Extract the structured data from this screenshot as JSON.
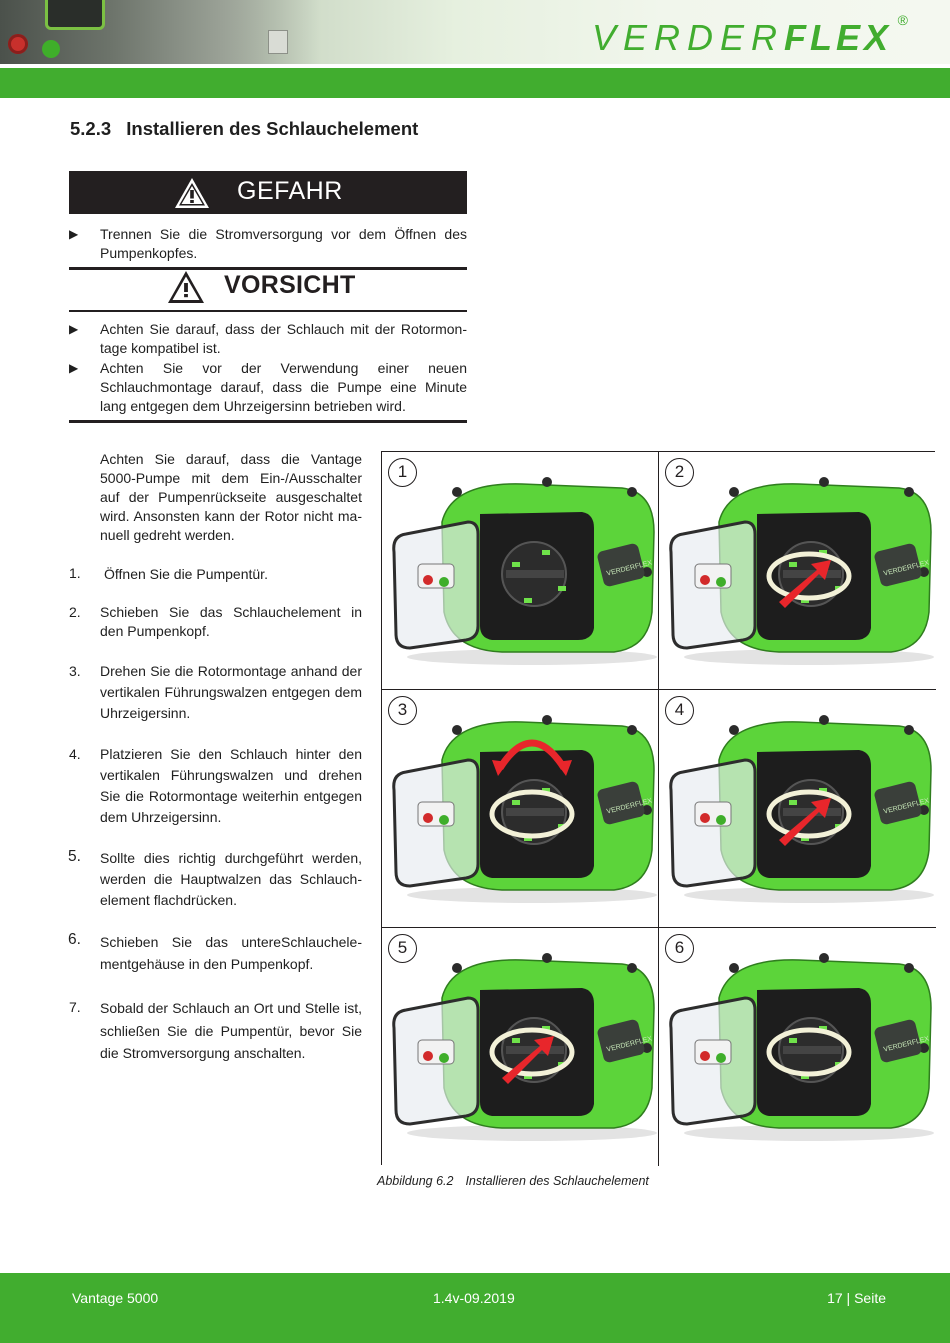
{
  "header": {
    "logo_part1": "VERDER",
    "logo_part2": "FLEX",
    "logo_mark": "®",
    "brand_color": "#41ad2f",
    "banner_icon": "pump-control-panel-photo"
  },
  "section": {
    "number": "5.2.3",
    "title": "Installieren des Schlauchelement"
  },
  "danger": {
    "label": "GEFAHR",
    "icon": "warning-triangle-icon",
    "items": [
      "Trennen Sie die Stromversorgung vor dem Öffnen des Pumpenkopfes."
    ]
  },
  "caution": {
    "label": "VORSICHT",
    "icon": "warning-triangle-icon",
    "items": [
      "Achten Sie darauf, dass der Schlauch mit der Rotormon-tage kompatibel ist.",
      "Achten Sie vor der Verwendung einer neuen Schlauchmontage darauf, dass die Pumpe eine Minute lang entgegen dem Uhrzeigersinn betrieben wird."
    ]
  },
  "note": {
    "marker": "",
    "text": "Achten Sie darauf, dass die Vantage 5000-Pumpe mit dem Ein-/Ausschalter auf der Pumpenrückseite ausgeschaltet wird. Ansonsten kann der Rotor nicht ma-nuell gedreht werden."
  },
  "steps": [
    {
      "num": "1.",
      "text": "Öffnen Sie die Pumpentür."
    },
    {
      "num": "2.",
      "text": "Schieben Sie das Schlauchelement in den Pumpenkopf."
    },
    {
      "num": "3.",
      "text": "Drehen Sie die Rotormontage anhand der vertikalen Führungswalzen entgegen dem Uhrzeigersinn."
    },
    {
      "num": "4.",
      "text": "Platzieren Sie den Schlauch hinter den vertikalen Führungswalzen und drehen Sie die Rotormontage weiterhin entgegen dem Uhrzeigersinn."
    },
    {
      "num": "5.",
      "text": "Sollte dies richtig durchgeführt werden, werden die Hauptwalzen das Schlauch-element flachdrücken."
    },
    {
      "num": "6.",
      "text": "Schieben Sie das untereSchlauchele-mentgehäuse in den Pumpenkopf."
    },
    {
      "num": "7.",
      "text": "Sobald der Schlauch an Ort und Stelle ist, schließen Sie die Pumpentür, bevor Sie die Stromversorgung anschalten."
    }
  ],
  "figure": {
    "panels": [
      "1",
      "2",
      "3",
      "4",
      "5",
      "6"
    ],
    "pump_label": "VERDERFLEX",
    "caption_number": "Abbildung 6.2",
    "caption_text": "Installieren des Schlauchelement",
    "pump_color": "#5cd43a",
    "arrow_color": "#e8262b"
  },
  "footer": {
    "product": "Vantage 5000",
    "version": "1.4v-09.2019",
    "page": "17 | Seite"
  }
}
